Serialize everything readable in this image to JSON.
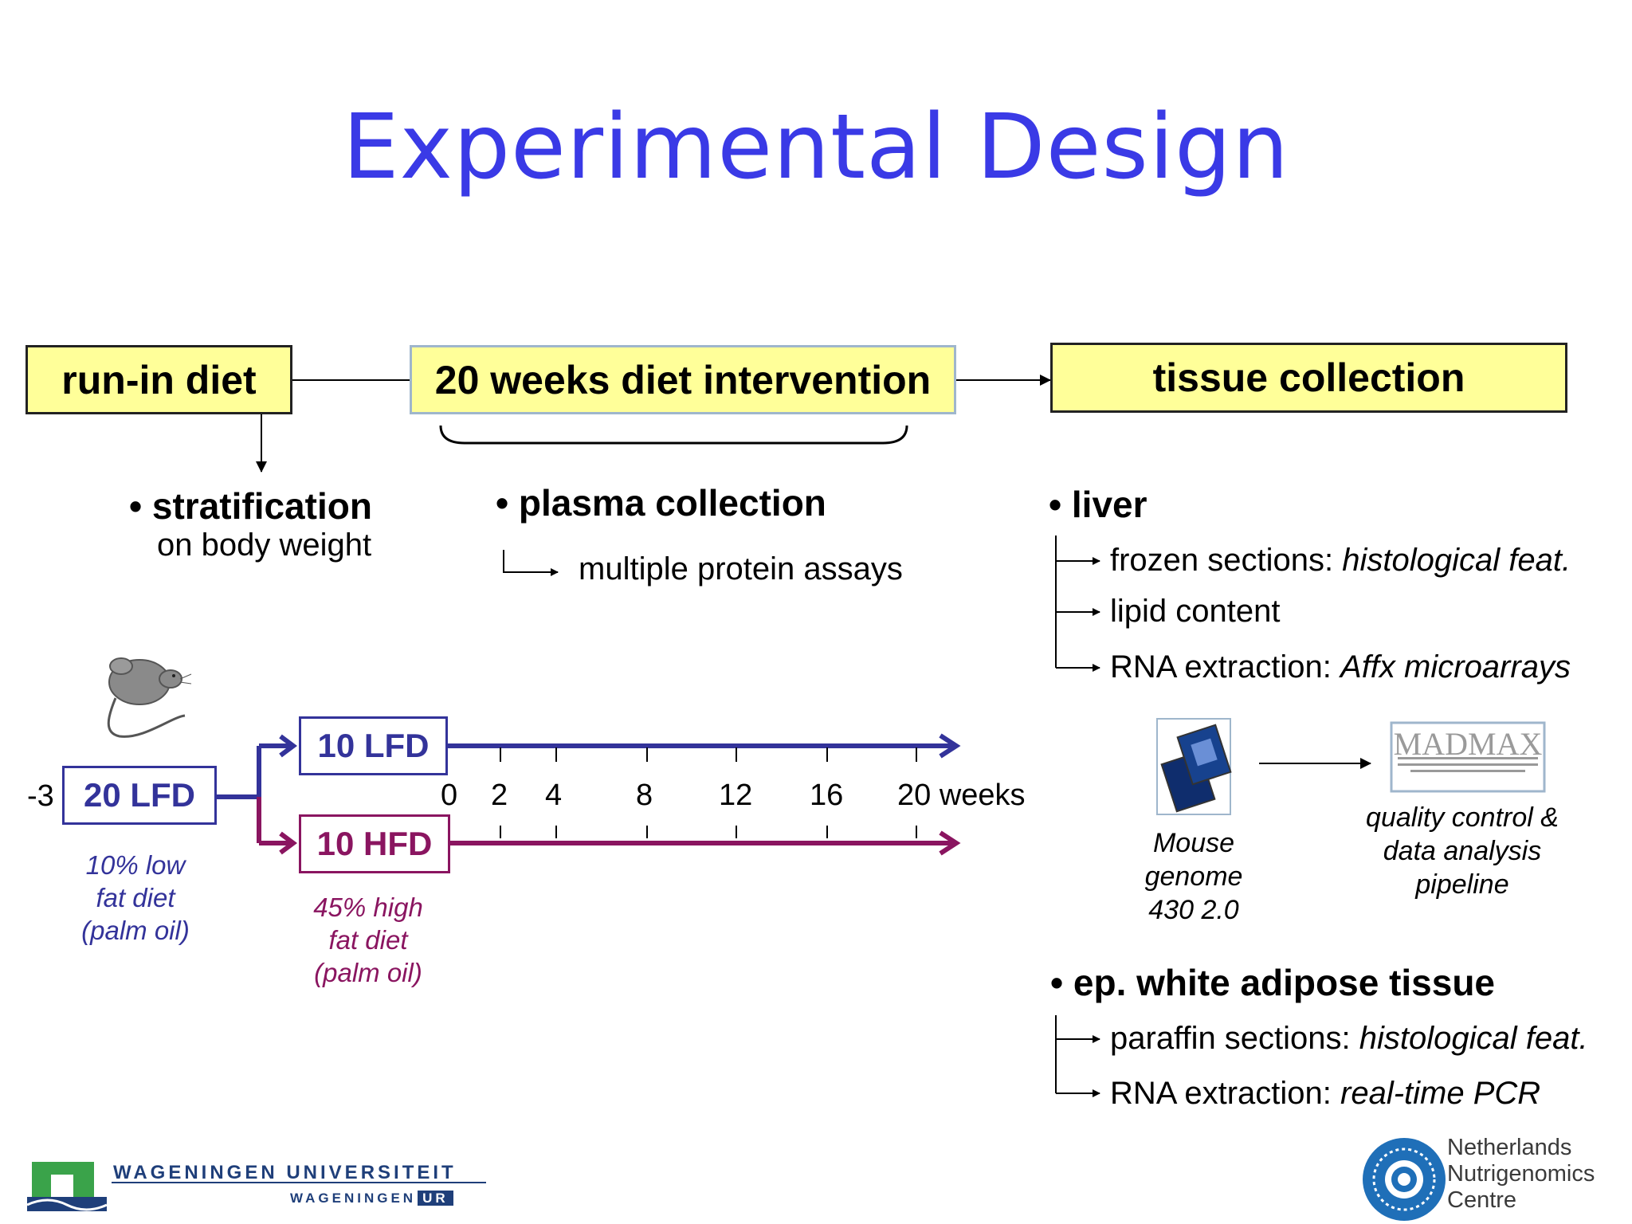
{
  "title": "Experimental Design",
  "boxes": {
    "run_in": "run-in diet",
    "intervention": "20 weeks diet intervention",
    "tissue": "tissue collection"
  },
  "stratification": {
    "bullet": "• stratification",
    "sub": "on body weight"
  },
  "plasma": {
    "bullet": "• plasma collection",
    "sub": "multiple protein assays"
  },
  "liver": {
    "bullet": "• liver",
    "items": [
      {
        "plain": "frozen sections: ",
        "italic": "histological feat."
      },
      {
        "plain": "lipid content",
        "italic": ""
      },
      {
        "plain": "RNA extraction: ",
        "italic": "Affx microarrays"
      }
    ]
  },
  "microarray": {
    "chip_caption": [
      "Mouse",
      "genome",
      "430 2.0"
    ],
    "madmax_logo": "MADMAX",
    "madmax_caption": [
      "quality control &",
      "data analysis",
      "pipeline"
    ]
  },
  "adipose": {
    "bullet": "• ep. white adipose tissue",
    "items": [
      {
        "plain": "paraffin sections: ",
        "italic": "histological feat."
      },
      {
        "plain": "RNA extraction: ",
        "italic": "real-time PCR"
      }
    ]
  },
  "groups": {
    "start_week": "-3",
    "start_box": "20 LFD",
    "start_caption": [
      "10% low",
      "fat diet",
      "(palm oil)"
    ],
    "lfd_box": "10 LFD",
    "hfd_box": "10 HFD",
    "hfd_caption": [
      "45% high",
      "fat diet",
      "(palm oil)"
    ]
  },
  "timeline": {
    "ticks": [
      "0",
      "2",
      "4",
      "8",
      "12",
      "16",
      "20 weeks"
    ]
  },
  "logos": {
    "wageningen_top": "WAGENINGEN UNIVERSITEIT",
    "wageningen_bottom": "WAGENINGEN",
    "wageningen_badge": "UR",
    "nnc": [
      "Netherlands",
      "Nutrigenomics",
      "Centre"
    ]
  },
  "colors": {
    "title": "#3a3ae6",
    "lfd": "#33339a",
    "hfd": "#8a1560",
    "box_fill": "#ffff99"
  }
}
